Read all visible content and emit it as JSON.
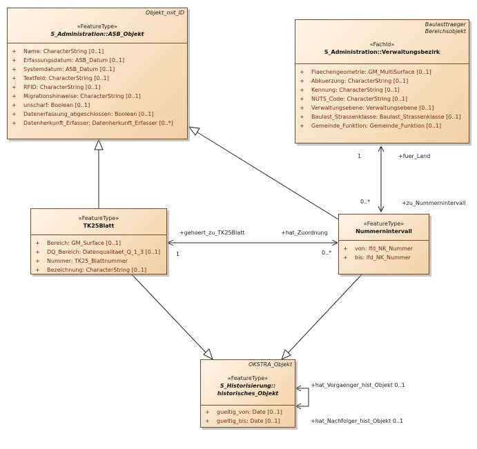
{
  "classes": {
    "asb_objekt": {
      "tag": "Objekt_mit_ID",
      "stereotype": "«FeatureType»",
      "name": "S_Administration::ASB_Objekt",
      "attributes": [
        {
          "vis": "+",
          "text": "Name: CharacterString [0..1]"
        },
        {
          "vis": "+",
          "text": "Erfassungsdatum: ASB_Datum [0..1]"
        },
        {
          "vis": "+",
          "text": "Systemdatum: ASB_Datum [0..1]"
        },
        {
          "vis": "+",
          "text": "Textfeld: CharacterString [0..1]"
        },
        {
          "vis": "+",
          "text": "RFID: CharacterString [0..1]"
        },
        {
          "vis": "+",
          "text": "Migrationshinweise: CharacterString [0..1]"
        },
        {
          "vis": "+",
          "text": "unscharf: Boolean [0..1]"
        },
        {
          "vis": "+",
          "text": "Datenerfassung_abgeschlossen: Boolean [0..1]"
        },
        {
          "vis": "+",
          "text": "Datenherkunft_Erfasser: Datenherkunft_Erfasser [0..*]"
        }
      ]
    },
    "verwaltungsbezirk": {
      "tag_line1": "Baulasttraeger",
      "tag_line2": "Bereichsobjekt",
      "stereotype": "«FachId»",
      "name": "S_Administration::Verwaltungsbezirk",
      "attributes": [
        {
          "vis": "+",
          "text": "Flaechengeometrie: GM_MultiSurface [0..1]"
        },
        {
          "vis": "+",
          "text": "Abkuerzung: CharacterString [0..1]"
        },
        {
          "vis": "+",
          "text": "Kennung: CharacterString [0..1]"
        },
        {
          "vis": "+",
          "text": "NUTS_Code: CharacterString [0..1]"
        },
        {
          "vis": "+",
          "text": "Verwaltungsebene: Verwaltungsebene [0..1]"
        },
        {
          "vis": "+",
          "text": "Baulast_Strassenklasse: Baulast_Strassenklasse [0..1]"
        },
        {
          "vis": "+",
          "text": "Gemeinde_Funktion: Gemeinde_Funktion [0..1]"
        }
      ]
    },
    "tk25blatt": {
      "stereotype": "«FeatureType»",
      "name": "TK25Blatt",
      "attributes": [
        {
          "vis": "+",
          "text": "Bereich: GM_Surface [0..1]"
        },
        {
          "vis": "+",
          "text": "DQ_Bereich: Datenqualitaet_Q_1_3 [0..1]"
        },
        {
          "vis": "+",
          "text": "Nummer: TK25_Blattnummer"
        },
        {
          "vis": "+",
          "text": "Bezeichnung: CharacterString [0..1]"
        }
      ]
    },
    "nummernintervall": {
      "stereotype": "«FeatureType»",
      "name": "Nummernintervall",
      "attributes": [
        {
          "vis": "+",
          "text": "von: lfd_NK_Nummer"
        },
        {
          "vis": "+",
          "text": "bis: lfd_NK_Nummer"
        }
      ]
    },
    "historisches_objekt": {
      "tag": "OKSTRA_Objekt",
      "stereotype": "«FeatureType»",
      "name_line1": "S_Historisierung::",
      "name_line2": "historisches_Objekt",
      "attributes": [
        {
          "vis": "+",
          "text": "gueltig_von: Date [0..1]"
        },
        {
          "vis": "+",
          "text": "gueltig_bis: Date [0..1]"
        }
      ]
    }
  },
  "associations": {
    "fuer_land": {
      "role": "+fuer_Land",
      "mult_top": "1",
      "mult_bottom": "0..*",
      "role_bottom": "+zu_Nummernintervall"
    },
    "tk25": {
      "role_left": "+gehoert_zu_TK25Blatt",
      "role_right": "+hat_Zuordnung",
      "mult_left": "1",
      "mult_right": "0..*"
    },
    "self": {
      "role_top": "+hat_Vorgaenger_hist_Objekt 0..1",
      "role_bottom": "+hat_Nachfolger_hist_Objekt 0..1"
    }
  }
}
